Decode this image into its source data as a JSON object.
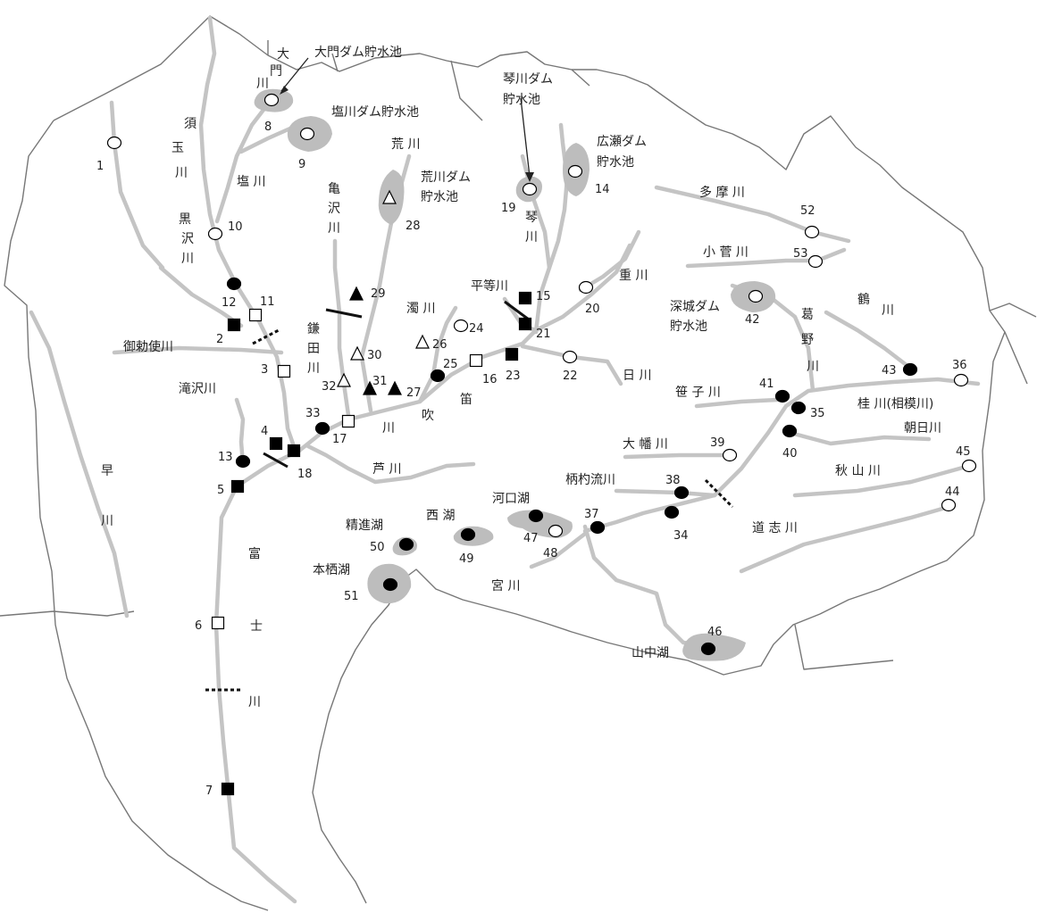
{
  "legend_colors": {
    "river": "#c4c4c4",
    "lake": "#bdbdbd",
    "marker": "#000000",
    "border": "#777777"
  },
  "stations": [
    {
      "n": "1",
      "marker": "circle-open"
    },
    {
      "n": "2",
      "marker": "square-filled"
    },
    {
      "n": "3",
      "marker": "square-open"
    },
    {
      "n": "4",
      "marker": "square-filled"
    },
    {
      "n": "5",
      "marker": "square-filled"
    },
    {
      "n": "6",
      "marker": "square-open"
    },
    {
      "n": "7",
      "marker": "square-filled"
    },
    {
      "n": "8",
      "marker": "circle-open"
    },
    {
      "n": "9",
      "marker": "circle-open"
    },
    {
      "n": "10",
      "marker": "circle-open"
    },
    {
      "n": "11",
      "marker": "square-open"
    },
    {
      "n": "12",
      "marker": "circle-filled"
    },
    {
      "n": "13",
      "marker": "circle-filled"
    },
    {
      "n": "14",
      "marker": "circle-open"
    },
    {
      "n": "15",
      "marker": "square-filled"
    },
    {
      "n": "16",
      "marker": "square-open"
    },
    {
      "n": "17",
      "marker": "square-open"
    },
    {
      "n": "18",
      "marker": "square-filled"
    },
    {
      "n": "19",
      "marker": "circle-open"
    },
    {
      "n": "20",
      "marker": "circle-open"
    },
    {
      "n": "21",
      "marker": "square-filled"
    },
    {
      "n": "22",
      "marker": "circle-open"
    },
    {
      "n": "23",
      "marker": "square-filled"
    },
    {
      "n": "24",
      "marker": "circle-open"
    },
    {
      "n": "25",
      "marker": "circle-filled"
    },
    {
      "n": "26",
      "marker": "triangle-open"
    },
    {
      "n": "27",
      "marker": "triangle-filled"
    },
    {
      "n": "28",
      "marker": "triangle-open"
    },
    {
      "n": "29",
      "marker": "triangle-filled"
    },
    {
      "n": "30",
      "marker": "triangle-open"
    },
    {
      "n": "31",
      "marker": "triangle-filled"
    },
    {
      "n": "32",
      "marker": "triangle-open"
    },
    {
      "n": "33",
      "marker": "circle-filled"
    },
    {
      "n": "34",
      "marker": "circle-filled"
    },
    {
      "n": "35",
      "marker": "circle-filled"
    },
    {
      "n": "36",
      "marker": "circle-open"
    },
    {
      "n": "37",
      "marker": "circle-filled"
    },
    {
      "n": "38",
      "marker": "circle-filled"
    },
    {
      "n": "39",
      "marker": "circle-open"
    },
    {
      "n": "40",
      "marker": "circle-filled"
    },
    {
      "n": "41",
      "marker": "circle-filled"
    },
    {
      "n": "42",
      "marker": "circle-open"
    },
    {
      "n": "43",
      "marker": "circle-filled"
    },
    {
      "n": "44",
      "marker": "circle-open"
    },
    {
      "n": "45",
      "marker": "circle-open"
    },
    {
      "n": "46",
      "marker": "circle-filled"
    },
    {
      "n": "47",
      "marker": "circle-filled"
    },
    {
      "n": "48",
      "marker": "circle-open"
    },
    {
      "n": "49",
      "marker": "circle-filled"
    },
    {
      "n": "50",
      "marker": "circle-filled"
    },
    {
      "n": "51",
      "marker": "circle-filled"
    },
    {
      "n": "52",
      "marker": "circle-open"
    },
    {
      "n": "53",
      "marker": "circle-open"
    }
  ],
  "labels": {
    "daimon_dam": "大門ダム貯水池",
    "kotogawa_dam_1": "琴川ダム",
    "kotogawa_dam_2": "貯水池",
    "shiokawa_dam": "塩川ダム貯水池",
    "hirose_dam_1": "広瀬ダム",
    "hirose_dam_2": "貯水池",
    "arakawa_dam_1": "荒川ダム",
    "arakawa_dam_2": "貯水池",
    "fukashiro_dam_1": "深城ダム",
    "fukashiro_dam_2": "貯水池",
    "arakawa": "荒 川",
    "shiokawa": "塩 川",
    "tamagawa": "多 摩 川",
    "kosugegawa": "小 菅 川",
    "omosegawa": "重 川",
    "nigorigawa": "濁 川",
    "heitogawa": "平等川",
    "hikawa": "日 川",
    "midaigawa": "御勅使川",
    "takisawagawa": "滝沢川",
    "sasagogawa": "笹 子 川",
    "katsuragawa": "桂 川(相模川)",
    "ohatagawa": "大 幡 川",
    "asahigawa": "朝日川",
    "akiyamagawa": "秋 山 川",
    "doshigawa": "道 志 川",
    "kakiutsurugawa": "柄杓流川",
    "kawaguchiko": "河口湖",
    "saiko": "西 湖",
    "shojiko": "精進湖",
    "motosuko": "本栖湖",
    "yamanakako": "山中湖",
    "miyagawa": "宮 川",
    "ashigawa": "芦 川",
    "ugawa": "鶴",
    "ugawa_kawa": "川",
    "kuzuno_1": "葛",
    "kuzuno_2": "野",
    "kuzuno_3": "川",
    "sudama_1": "須",
    "sudama_2": "玉",
    "sudama_3": "川",
    "kurosawa_1": "黒",
    "kurosawa_2": "沢",
    "kurosawa_3": "川",
    "daimon_1": "大",
    "daimon_2": "門",
    "daimon_3": "川",
    "kamezawa_1": "亀",
    "kamezawa_2": "沢",
    "kamezawa_3": "川",
    "kamanashi_1": "鎌",
    "kamanashi_2": "田",
    "kamanashi_3": "川",
    "kotogawa_r1": "琴",
    "kotogawa_r2": "川",
    "fuefuki_1": "笛",
    "fuefuki_2": "吹",
    "fuefuki_3": "川",
    "haya_1": "早",
    "haya_2": "川",
    "fuji_1": "富",
    "fuji_2": "士",
    "fuji_3": "川"
  }
}
